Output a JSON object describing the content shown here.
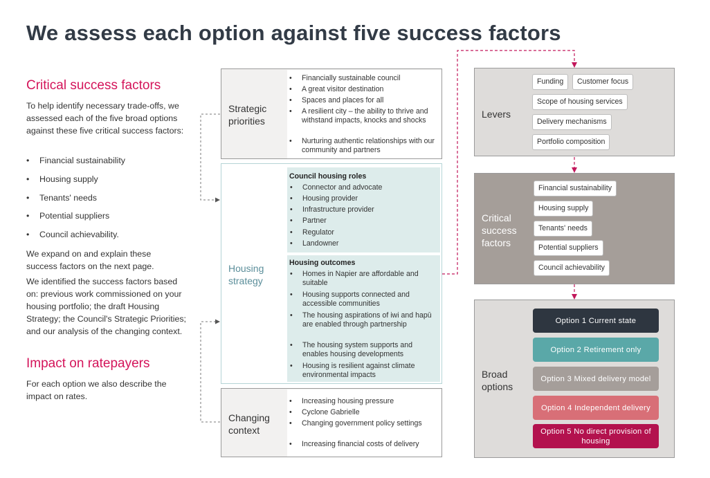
{
  "title": "We assess each option against five success factors",
  "left": {
    "csf_heading": "Critical success factors",
    "intro": "To help identify necessary trade-offs, we assessed each of the five broad options against these five critical success factors:",
    "factors": [
      "Financial sustainability",
      "Housing supply",
      "Tenants' needs",
      "Potential suppliers",
      "Council achievability."
    ],
    "expand_text": "We expand on and explain these success factors on the next page.",
    "identified_text": "We identified the success factors based on: previous work commissioned on your housing portfolio; the draft Housing Strategy; the Council's Strategic Priorities; and our analysis of the changing context.",
    "impact_heading": "Impact on ratepayers",
    "impact_text": "For each option we also describe the impact on rates."
  },
  "strategic": {
    "label": "Strategic priorities",
    "items": [
      "Financially sustainable council",
      "A great visitor destination",
      "Spaces and places for all",
      "A resilient city – the ability to thrive and withstand impacts, knocks and shocks",
      "Nurturing authentic relationships with our community and partners"
    ]
  },
  "housing": {
    "label": "Housing strategy",
    "roles_heading": "Council housing roles",
    "roles": [
      "Connector and advocate",
      "Housing provider",
      "Infrastructure provider",
      "Partner",
      "Regulator",
      "Landowner"
    ],
    "outcomes_heading": "Housing outcomes",
    "outcomes": [
      "Homes in Napier are affordable and suitable",
      "Housing supports connected and accessible communities",
      "The housing aspirations of iwi and hapū are enabled through partnership",
      "The housing system supports and enables housing developments",
      "Housing is resilient against climate environmental impacts"
    ]
  },
  "changing": {
    "label": "Changing context",
    "items": [
      "Increasing housing pressure",
      "Cyclone Gabrielle",
      "Changing government policy settings",
      "Increasing financial costs of delivery"
    ]
  },
  "levers": {
    "label": "Levers",
    "chips": [
      "Funding",
      "Customer focus",
      "Scope of housing services",
      "Delivery mechanisms",
      "Portfolio composition"
    ]
  },
  "csf_panel": {
    "label": "Critical success factors",
    "chips": [
      "Financial sustainability",
      "Housing supply",
      "Tenants' needs",
      "Potential suppliers",
      "Council achievability"
    ]
  },
  "broad": {
    "label": "Broad options",
    "options": [
      {
        "label": "Option 1 Current state",
        "color": "#2e3640"
      },
      {
        "label": "Option 2 Retirement only",
        "color": "#5aa8a8"
      },
      {
        "label": "Option 3 Mixed delivery model",
        "color": "#a59e9a"
      },
      {
        "label": "Option 4 Independent delivery",
        "color": "#d86f77"
      },
      {
        "label": "Option 5 No direct provision of housing",
        "color": "#b3124e"
      }
    ]
  },
  "colors": {
    "accent": "#d4145a",
    "lever_bg": "#dedcda",
    "csf_bg": "#a59e99",
    "teal_bg": "#ddeceb"
  }
}
